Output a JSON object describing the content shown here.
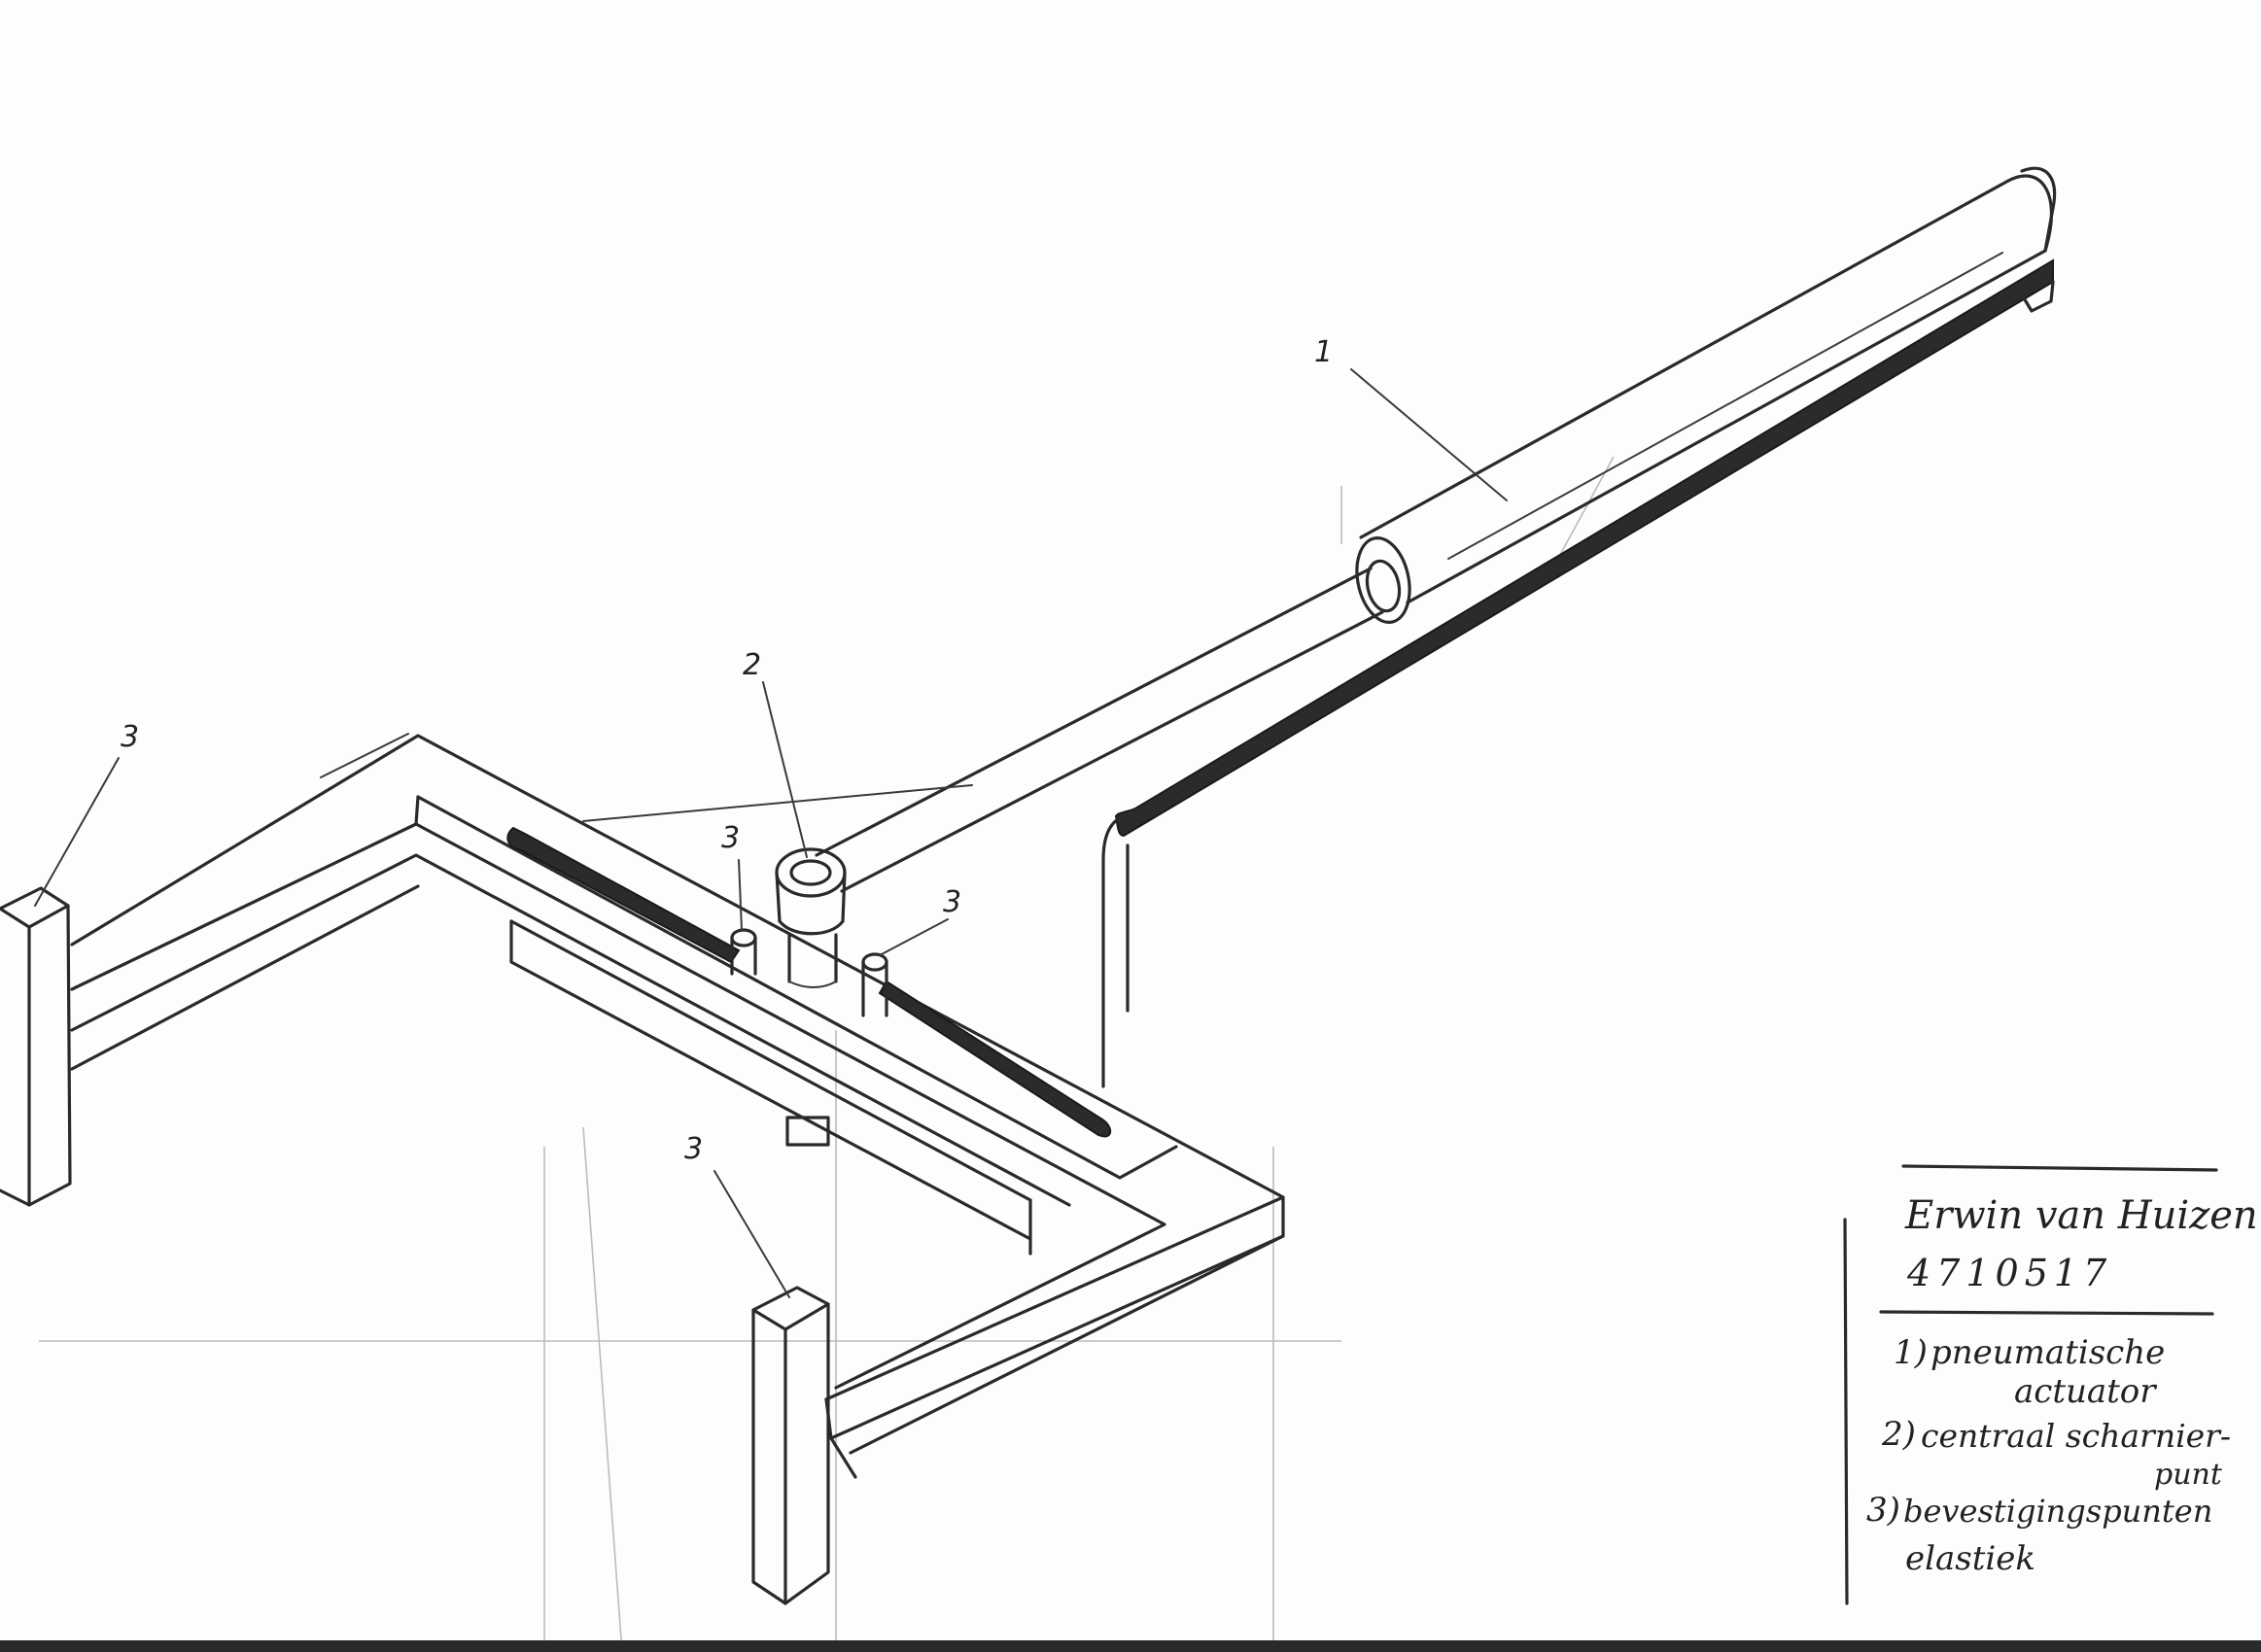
{
  "callouts": {
    "actuator": "1",
    "pivot": "2",
    "anchor_top_left": "3",
    "anchor_center_left": "3",
    "anchor_center_right": "3",
    "anchor_bottom": "3"
  },
  "title_block": {
    "author": "Erwin van Huizen",
    "student_number": "4710517",
    "legend": [
      {
        "num": "1)",
        "text": "pneumatische",
        "text2": "actuator"
      },
      {
        "num": "2)",
        "text": "centraal scharnier-",
        "text2": "punt"
      },
      {
        "num": "3)",
        "text": "bevestigingspunten",
        "text2": "elastiek"
      }
    ]
  }
}
